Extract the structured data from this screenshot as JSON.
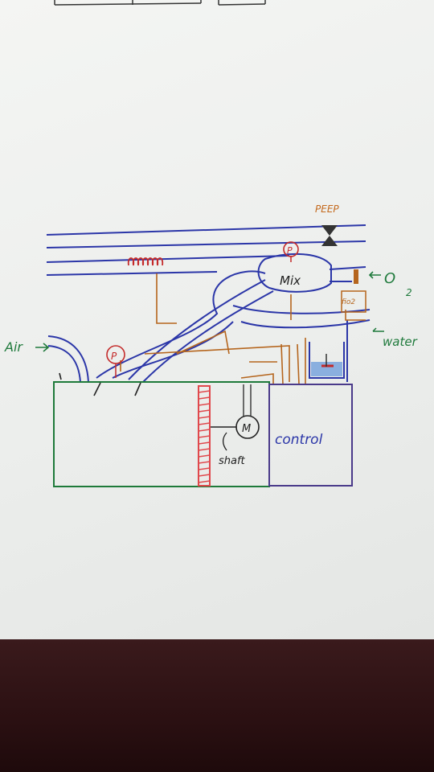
{
  "labels": {
    "peep": "PEEP",
    "mix": "Mix",
    "o2_letter": "O",
    "o2_sub": "2",
    "fio2": "fio2",
    "water": "water",
    "air": "Air",
    "pressure_symbol": "P",
    "motor": "M",
    "shaft": "shaft",
    "control": "control"
  },
  "colors": {
    "tube": "#2b36a8",
    "wire": "#b5651d",
    "frame": "#1e7a3a",
    "shaft": "#e0484c",
    "coil": "#c42a2a",
    "label_green": "#1f7a3c",
    "label_orange": "#c46a1e",
    "water": "#3a7bd5"
  }
}
